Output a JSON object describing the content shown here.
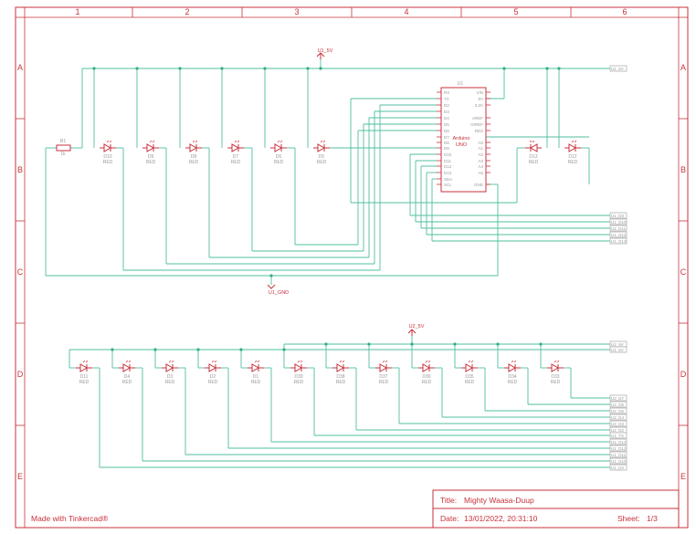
{
  "colors": {
    "frame": "#c8323c",
    "wire": "#4fbfa0",
    "component": "#c8323c",
    "label_gray": "#999999",
    "port": "#aaaaaa",
    "junction": "#2faf7f"
  },
  "frame": {
    "columns": [
      "1",
      "2",
      "3",
      "4",
      "5",
      "6"
    ],
    "rows": [
      "A",
      "B",
      "C",
      "D",
      "E"
    ]
  },
  "title_block": {
    "title_label": "Title:",
    "title_value": "Mighty Waasa-Duup",
    "date_label": "Date:",
    "date_value": "13/01/2022, 20:31:10",
    "sheet_label": "Sheet:",
    "sheet_value": "1/3",
    "made_with": "Made with Tinkercad®"
  },
  "power_labels": {
    "u1_5v": "U1_5V",
    "u2_5v": "U2_5V",
    "u1_gnd": "U1_GND"
  },
  "resistor": {
    "name": "R1",
    "value": "1k"
  },
  "arduino": {
    "ref": "U1",
    "name_line1": "Arduino",
    "name_line2": "UNO",
    "left_pins": [
      "RX",
      "TX",
      "D2",
      "D3",
      "D4",
      "D5",
      "D6",
      "D7",
      "D8",
      "D9",
      "D10",
      "D11",
      "D12",
      "D13",
      "SDA",
      "SCL"
    ],
    "right_pins": [
      "VIN",
      "5V",
      "3.3V",
      "AREF",
      "IOREF",
      "RES",
      "A0",
      "A1",
      "A2",
      "A3",
      "A4",
      "A5",
      "GND"
    ]
  },
  "top_leds": [
    {
      "name": "D10",
      "color_label": "RED"
    },
    {
      "name": "D9",
      "color_label": "RED"
    },
    {
      "name": "D8",
      "color_label": "RED"
    },
    {
      "name": "D7",
      "color_label": "RED"
    },
    {
      "name": "D6",
      "color_label": "RED"
    },
    {
      "name": "D5",
      "color_label": "RED"
    },
    {
      "name": "D13",
      "color_label": "RED"
    },
    {
      "name": "D12",
      "color_label": "RED"
    }
  ],
  "bottom_leds": [
    {
      "name": "D11",
      "color_label": "RED"
    },
    {
      "name": "D4",
      "color_label": "RED"
    },
    {
      "name": "D3",
      "color_label": "RED"
    },
    {
      "name": "D2",
      "color_label": "RED"
    },
    {
      "name": "D1",
      "color_label": "RED"
    },
    {
      "name": "D39",
      "color_label": "RED"
    },
    {
      "name": "D38",
      "color_label": "RED"
    },
    {
      "name": "D37",
      "color_label": "RED"
    },
    {
      "name": "D36",
      "color_label": "RED"
    },
    {
      "name": "D35",
      "color_label": "RED"
    },
    {
      "name": "D34",
      "color_label": "RED"
    },
    {
      "name": "D33",
      "color_label": "RED"
    }
  ],
  "top_ports": [
    "U1_5V",
    "U1_D3",
    "U1_D10",
    "U1_D11",
    "U1_D12",
    "U1_D13"
  ],
  "bottom_ports": [
    "U2_5V",
    "U1_5V",
    "U2_D7",
    "U2_D6",
    "U2_D5",
    "U2_D4",
    "U2_D3",
    "U2_D2",
    "U1_TX",
    "U1_D13",
    "U1_D12",
    "U1_D11",
    "U1_D10",
    "U1_D2"
  ]
}
